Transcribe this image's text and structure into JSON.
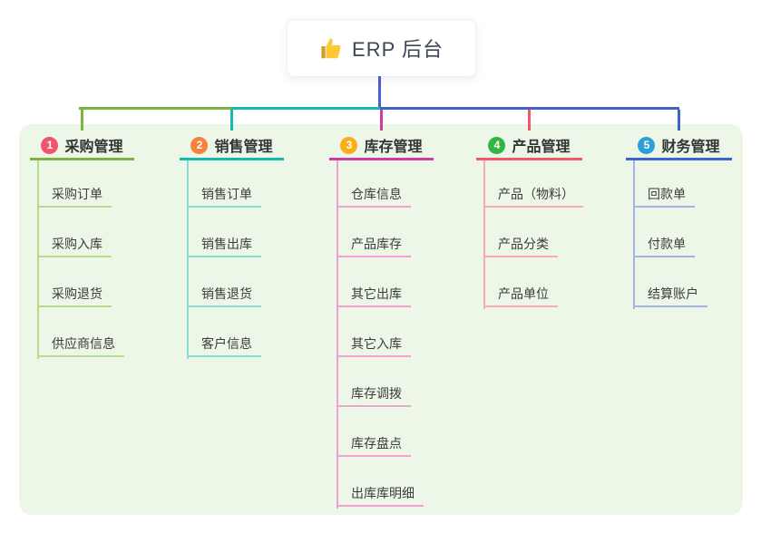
{
  "root": {
    "label": "ERP 后台",
    "icon": "thumbs-up-icon"
  },
  "colors": {
    "root_connector": "#4c5ecb",
    "root_connector_right": "#4460cd",
    "panel_background": "#ecf7e8",
    "title_text": "#333333",
    "item_text": "#3c3c3c",
    "root_text": "#3d4453"
  },
  "branches": [
    {
      "num": "1",
      "title": "采购管理",
      "badge_color": "#f1556c",
      "line_color": "#7cb342",
      "line_light": "#b5dc8c",
      "items": [
        "采购订单",
        "采购入库",
        "采购退货",
        "供应商信息"
      ]
    },
    {
      "num": "2",
      "title": "销售管理",
      "badge_color": "#f8823c",
      "line_color": "#14b8ad",
      "line_light": "#8fdcd4",
      "items": [
        "销售订单",
        "销售出库",
        "销售退货",
        "客户信息"
      ]
    },
    {
      "num": "3",
      "title": "库存管理",
      "badge_color": "#fbae17",
      "line_color": "#cf3ca3",
      "line_light": "#f3a0d4",
      "items": [
        "仓库信息",
        "产品库存",
        "其它出库",
        "其它入库",
        "库存调拨",
        "库存盘点",
        "出库库明细"
      ]
    },
    {
      "num": "4",
      "title": "产品管理",
      "badge_color": "#32b643",
      "line_color": "#f25767",
      "line_light": "#f8abb4",
      "items": [
        "产品（物料）",
        "产品分类",
        "产品单位"
      ]
    },
    {
      "num": "5",
      "title": "财务管理",
      "badge_color": "#2d9fd8",
      "line_color": "#3c64d0",
      "line_light": "#a2b5e6",
      "items": [
        "回款单",
        "付款单",
        "结算账户"
      ]
    }
  ]
}
